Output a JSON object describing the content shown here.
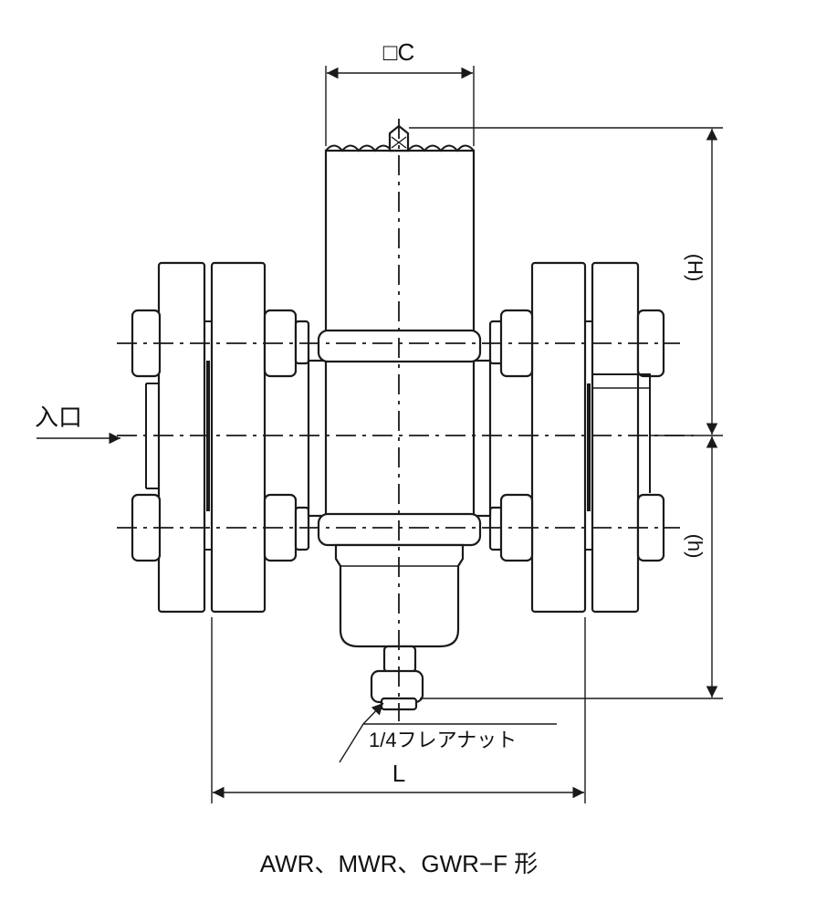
{
  "labels": {
    "top_dim": "□C",
    "height_upper": "(H)",
    "height_lower": "(h)",
    "inlet": "入口",
    "flare_nut": "1/4フレアナット",
    "length": "L",
    "caption": "AWR、MWR、GWR−F 形"
  }
}
